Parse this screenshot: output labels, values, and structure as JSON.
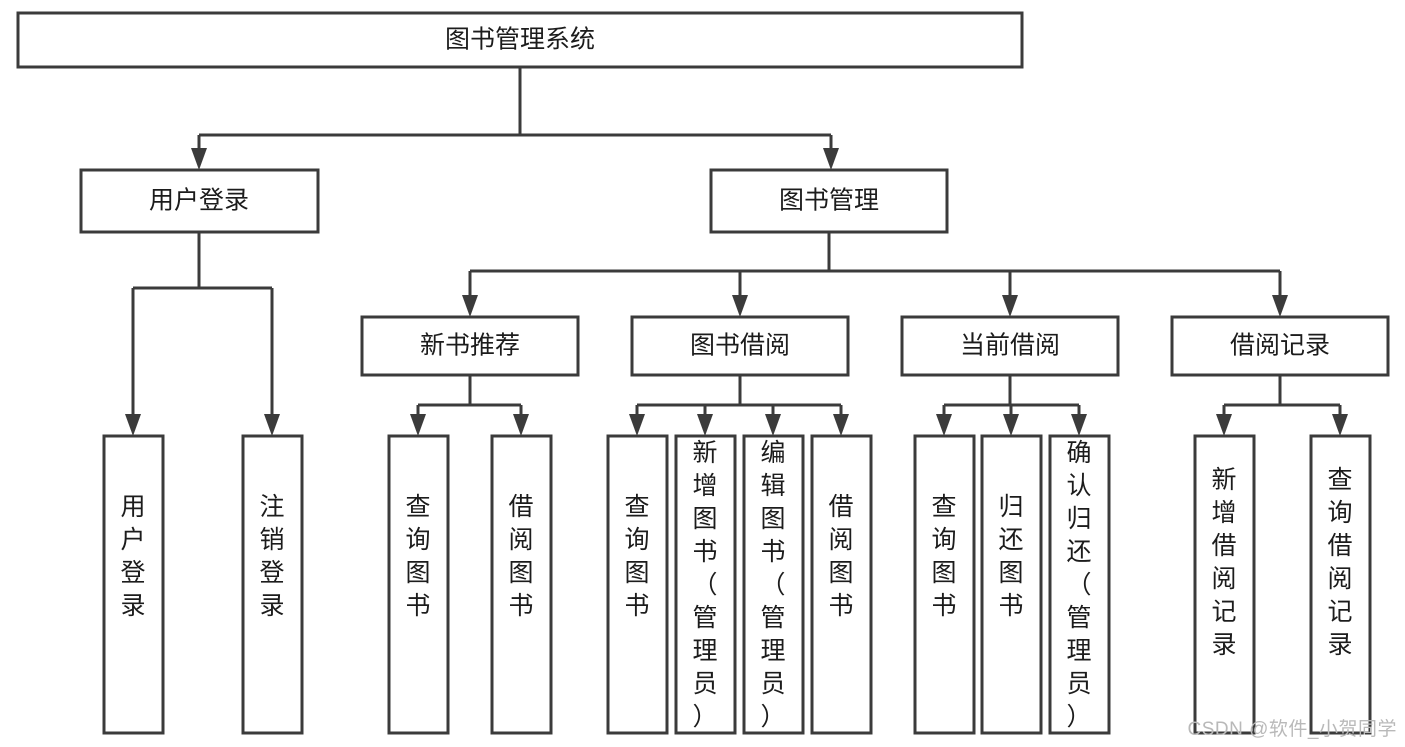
{
  "diagram": {
    "title": "图书管理系统",
    "watermark": "CSDN @软件_小贺同学",
    "stroke_color": "#3b3b3b",
    "text_color": "#1c1c1c",
    "background_color": "#ffffff",
    "type": "tree-hierarchy",
    "nodes": {
      "root": {
        "label": "图书管理系统",
        "level": 0,
        "orientation": "horizontal"
      },
      "l1": [
        {
          "id": "user_login",
          "label": "用户登录",
          "level": 1,
          "orientation": "horizontal"
        },
        {
          "id": "book_manage",
          "label": "图书管理",
          "level": 1,
          "orientation": "horizontal"
        }
      ],
      "l2": [
        {
          "id": "new_book_rec",
          "label": "新书推荐",
          "level": 2,
          "orientation": "horizontal"
        },
        {
          "id": "book_borrow",
          "label": "图书借阅",
          "level": 2,
          "orientation": "horizontal"
        },
        {
          "id": "current_borrow",
          "label": "当前借阅",
          "level": 2,
          "orientation": "horizontal"
        },
        {
          "id": "borrow_record",
          "label": "借阅记录",
          "level": 2,
          "orientation": "horizontal"
        }
      ],
      "leaves": {
        "user_login": [
          {
            "id": "leaf_user_login",
            "label": "用户登录",
            "orientation": "vertical"
          },
          {
            "id": "leaf_user_logout",
            "label": "注销登录",
            "orientation": "vertical"
          }
        ],
        "new_book_rec": [
          {
            "id": "leaf_query_book_1",
            "label": "查询图书",
            "orientation": "vertical"
          },
          {
            "id": "leaf_borrow_book_1",
            "label": "借阅图书",
            "orientation": "vertical"
          }
        ],
        "book_borrow": [
          {
            "id": "leaf_query_book_2",
            "label": "查询图书",
            "orientation": "vertical"
          },
          {
            "id": "leaf_add_book",
            "label": "新增图书（管理员）",
            "orientation": "vertical"
          },
          {
            "id": "leaf_edit_book",
            "label": "编辑图书（管理员）",
            "orientation": "vertical"
          },
          {
            "id": "leaf_borrow_book_2",
            "label": "借阅图书",
            "orientation": "vertical"
          }
        ],
        "current_borrow": [
          {
            "id": "leaf_query_book_3",
            "label": "查询图书",
            "orientation": "vertical"
          },
          {
            "id": "leaf_return_book",
            "label": "归还图书",
            "orientation": "vertical"
          },
          {
            "id": "leaf_confirm_return",
            "label": "确认归还（管理员）",
            "orientation": "vertical"
          }
        ],
        "borrow_record": [
          {
            "id": "leaf_add_record",
            "label": "新增借阅记录",
            "orientation": "vertical"
          },
          {
            "id": "leaf_query_record",
            "label": "查询借阅记录",
            "orientation": "vertical"
          }
        ]
      }
    }
  }
}
